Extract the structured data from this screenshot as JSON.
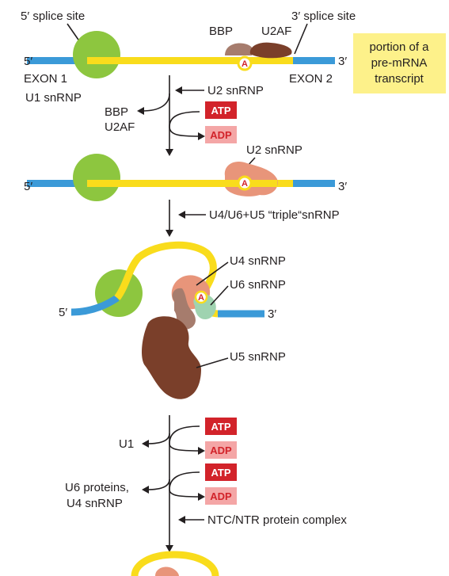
{
  "labels": {
    "five_prime_splice_site": "5′ splice site",
    "three_prime_splice_site": "3′ splice site",
    "bbp": "BBP",
    "u2af": "U2AF",
    "five_prime": "5′",
    "three_prime": "3′",
    "exon1": "EXON 1",
    "exon2": "EXON 2",
    "u1_snrnp": "U1 snRNP",
    "branch_a": "A"
  },
  "legend_box": {
    "line1": "portion of a",
    "line2": "pre-mRNA",
    "line3": "transcript",
    "color": "#fdf18a"
  },
  "step1": {
    "incoming": "U2 snRNP",
    "released_line1": "BBP",
    "released_line2": "U2AF",
    "atp": "ATP",
    "adp": "ADP"
  },
  "stage2": {
    "u2_snrnp": "U2 snRNP"
  },
  "step2": {
    "incoming": "U4/U6+U5 “triple“snRNP"
  },
  "stage3": {
    "u4_snrnp": "U4 snRNP",
    "u6_snrnp": "U6 snRNP",
    "u5_snrnp": "U5 snRNP"
  },
  "step3": {
    "released_u1": "U1",
    "atp1": "ATP",
    "adp1": "ADP",
    "released_u6_line1": "U6 proteins,",
    "released_u6_line2": "U4 snRNP",
    "atp2": "ATP",
    "adp2": "ADP",
    "incoming": "NTC/NTR protein complex"
  },
  "colors": {
    "exon": "#3b9ad8",
    "intron": "#f9dc1c",
    "u1": "#8dc63f",
    "u2": "#e8957a",
    "bbp": "#a67c6d",
    "u2af": "#7a3f2a",
    "u4": "#e8957a",
    "u6": "#9fd3b0",
    "u5": "#7a3f2a",
    "atp_fill": "#d2232a",
    "adp_fill": "#f4a6a6",
    "adp_text": "#d2232a"
  }
}
